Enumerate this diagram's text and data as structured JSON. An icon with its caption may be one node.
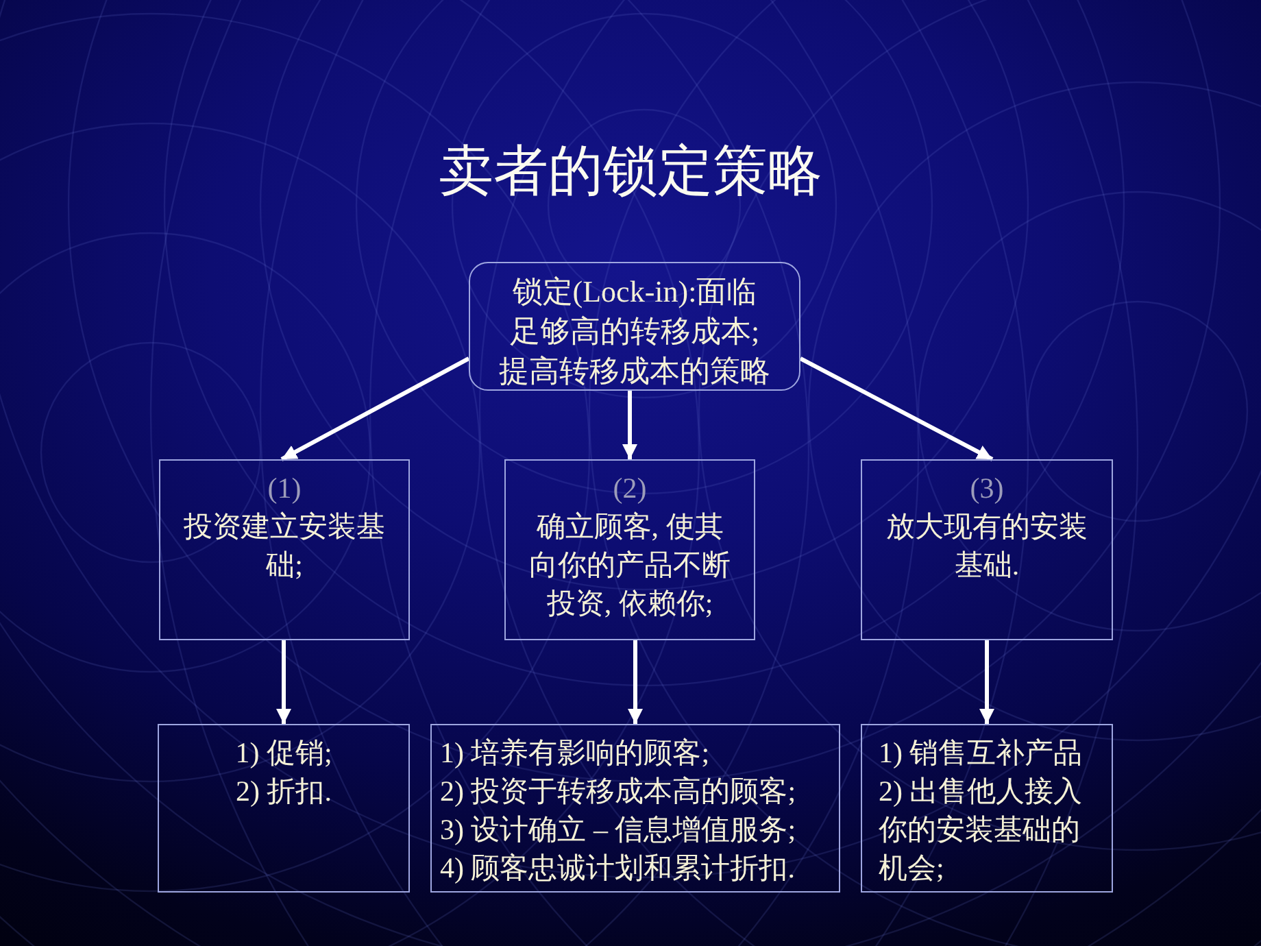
{
  "diagram": {
    "title": "卖者的锁定策略",
    "nodes": [
      {
        "text": [
          "锁定(Lock-in):面临足够高的转移成本;",
          "提高转移成本的策略"
        ]
      },
      {
        "text": [
          "(1)",
          "投资建立安装基础;"
        ]
      },
      {
        "text": [
          "(2)",
          "确立顾客, 使其向你的产品不断投资, 依赖你;"
        ]
      },
      {
        "text": [
          "(3)",
          "放大现有的安装基础."
        ]
      },
      {
        "text": [
          "1) 促销;",
          "2) 折扣."
        ]
      },
      {
        "text": [
          "1) 培养有影响的顾客;",
          "2) 投资于转移成本高的顾客;",
          "3) 设计确立 – 信息增值服务;",
          "4) 顾客忠诚计划和累计折扣."
        ]
      },
      {
        "text": [
          "1) 销售互补产品",
          "2) 出售他人接入你的安装基础的机会;"
        ]
      }
    ],
    "edges": [
      {
        "from": 0,
        "to": 1,
        "arrow": "to"
      },
      {
        "from": 0,
        "to": 2,
        "arrow": "to"
      },
      {
        "from": 0,
        "to": 3,
        "arrow": "to"
      },
      {
        "from": 1,
        "to": 4,
        "arrow": "to"
      },
      {
        "from": 2,
        "to": 5,
        "arrow": "to"
      },
      {
        "from": 3,
        "to": 6,
        "arrow": "to"
      }
    ]
  }
}
